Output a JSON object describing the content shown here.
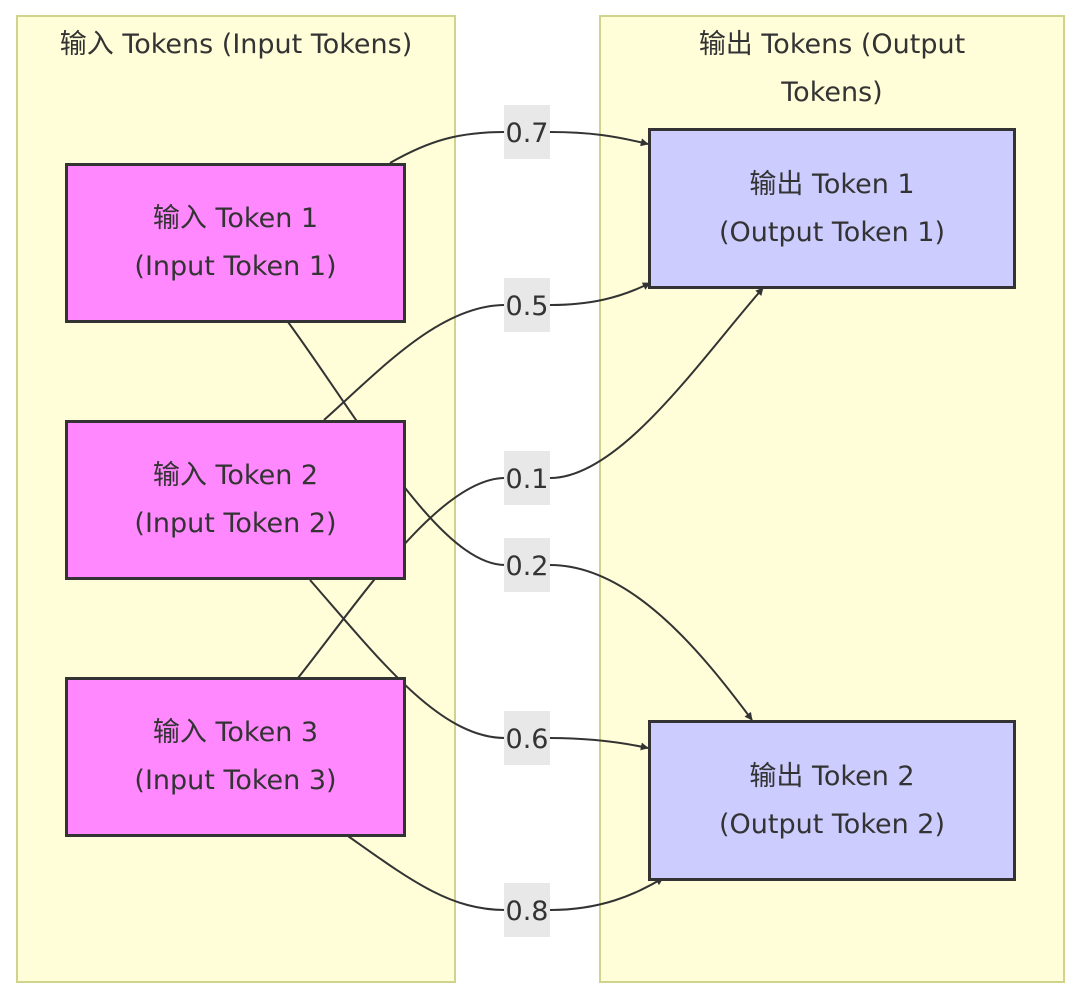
{
  "clusters": {
    "input": {
      "title": "输入 Tokens (Input Tokens)"
    },
    "output": {
      "title": "输出 Tokens (Output\nTokens)"
    }
  },
  "nodes": {
    "in1": {
      "line1": "输入 Token 1",
      "line2": "(Input Token 1)"
    },
    "in2": {
      "line1": "输入 Token 2",
      "line2": "(Input Token 2)"
    },
    "in3": {
      "line1": "输入 Token 3",
      "line2": "(Input Token 3)"
    },
    "out1": {
      "line1": "输出 Token 1",
      "line2": "(Output Token 1)"
    },
    "out2": {
      "line1": "输出 Token 2",
      "line2": "(Output Token 2)"
    }
  },
  "edges": [
    {
      "from": "in1",
      "to": "out1",
      "label": "0.7"
    },
    {
      "from": "in2",
      "to": "out1",
      "label": "0.5"
    },
    {
      "from": "in3",
      "to": "out1",
      "label": "0.1"
    },
    {
      "from": "in1",
      "to": "out2",
      "label": "0.2"
    },
    {
      "from": "in2",
      "to": "out2",
      "label": "0.6"
    },
    {
      "from": "in3",
      "to": "out2",
      "label": "0.8"
    }
  ],
  "colors": {
    "cluster_fill": "#fffed8",
    "cluster_border": "#cfd48a",
    "input_node": "#ff88ff",
    "output_node": "#ccccff",
    "edge_label_bg": "#e8e8e8",
    "stroke": "#333333"
  }
}
